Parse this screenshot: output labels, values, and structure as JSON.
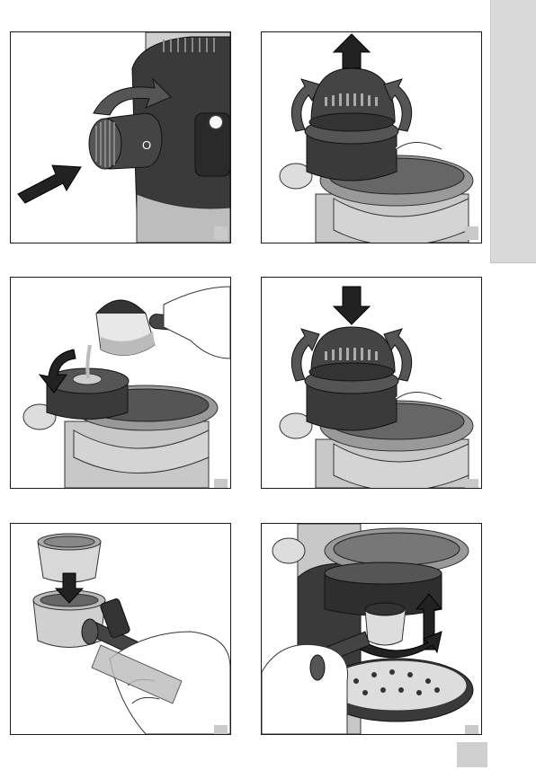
{
  "figures": [
    {
      "id": 1,
      "number": ""
    },
    {
      "id": 2,
      "number": ""
    },
    {
      "id": 3,
      "number": ""
    },
    {
      "id": 4,
      "number": ""
    },
    {
      "id": 5,
      "number": ""
    },
    {
      "id": 6,
      "number": ""
    }
  ],
  "knob": {
    "label": "O"
  },
  "page": {
    "number": ""
  },
  "colors": {
    "border": "#1a1a1a",
    "machine_light": "#c8c8c8",
    "machine_dark": "#3a3a3a",
    "tab_gray": "#d9d9d9",
    "marker_gray": "#c9c9c9"
  }
}
